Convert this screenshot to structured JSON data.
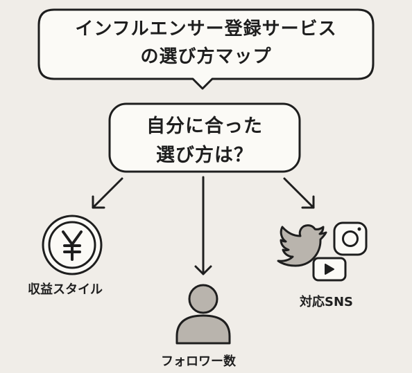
{
  "title": {
    "line1": "インフルエンサー登録サービス",
    "line2": "の選び方マップ"
  },
  "question": {
    "line1": "自分に合った",
    "line2": "選び方は？"
  },
  "branches": [
    {
      "label": "収益スタイル",
      "icon": "yen-coin-icon"
    },
    {
      "label": "フォロワー数",
      "icon": "person-icon"
    },
    {
      "label": "対応SNS",
      "icons": [
        "twitter-bird-icon",
        "instagram-icon",
        "youtube-icon"
      ]
    }
  ],
  "colors": {
    "background": "#f0ede8",
    "bubble_fill": "#fbfaf6",
    "stroke": "#1e1e1e",
    "person_fill": "#b9b4ad"
  }
}
